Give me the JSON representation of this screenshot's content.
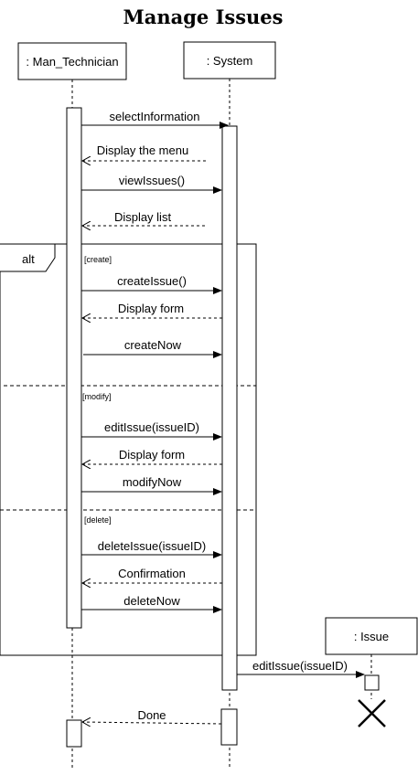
{
  "title": "Manage Issues",
  "participants": [
    {
      "id": "tech",
      "label": ": Man_Technician"
    },
    {
      "id": "system",
      "label": ": System"
    },
    {
      "id": "issue",
      "label": ": Issue"
    }
  ],
  "fragment": {
    "operator": "alt",
    "guards": [
      "[create]",
      "[modify]",
      "[delete]"
    ]
  },
  "messages": [
    {
      "label": "selectInformation",
      "from": "tech",
      "to": "system",
      "type": "sync"
    },
    {
      "label": "Display the menu",
      "from": "system",
      "to": "tech",
      "type": "return"
    },
    {
      "label": "viewIssues()",
      "from": "tech",
      "to": "system",
      "type": "sync"
    },
    {
      "label": "Display list",
      "from": "system",
      "to": "tech",
      "type": "return"
    },
    {
      "label": "createIssue()",
      "from": "tech",
      "to": "system",
      "type": "sync"
    },
    {
      "label": "Display form",
      "from": "system",
      "to": "tech",
      "type": "return"
    },
    {
      "label": "createNow",
      "from": "tech",
      "to": "system",
      "type": "sync"
    },
    {
      "label": "editIssue(issueID)",
      "from": "tech",
      "to": "system",
      "type": "sync"
    },
    {
      "label": "Display form",
      "from": "system",
      "to": "tech",
      "type": "return"
    },
    {
      "label": "modifyNow",
      "from": "tech",
      "to": "system",
      "type": "sync"
    },
    {
      "label": "deleteIssue(issueID)",
      "from": "tech",
      "to": "system",
      "type": "sync"
    },
    {
      "label": "Confirmation",
      "from": "system",
      "to": "tech",
      "type": "return"
    },
    {
      "label": "deleteNow",
      "from": "tech",
      "to": "system",
      "type": "sync"
    },
    {
      "label": "editIssue(issueID)",
      "from": "system",
      "to": "issue",
      "type": "sync"
    },
    {
      "label": "Done",
      "from": "system",
      "to": "tech",
      "type": "return"
    }
  ]
}
